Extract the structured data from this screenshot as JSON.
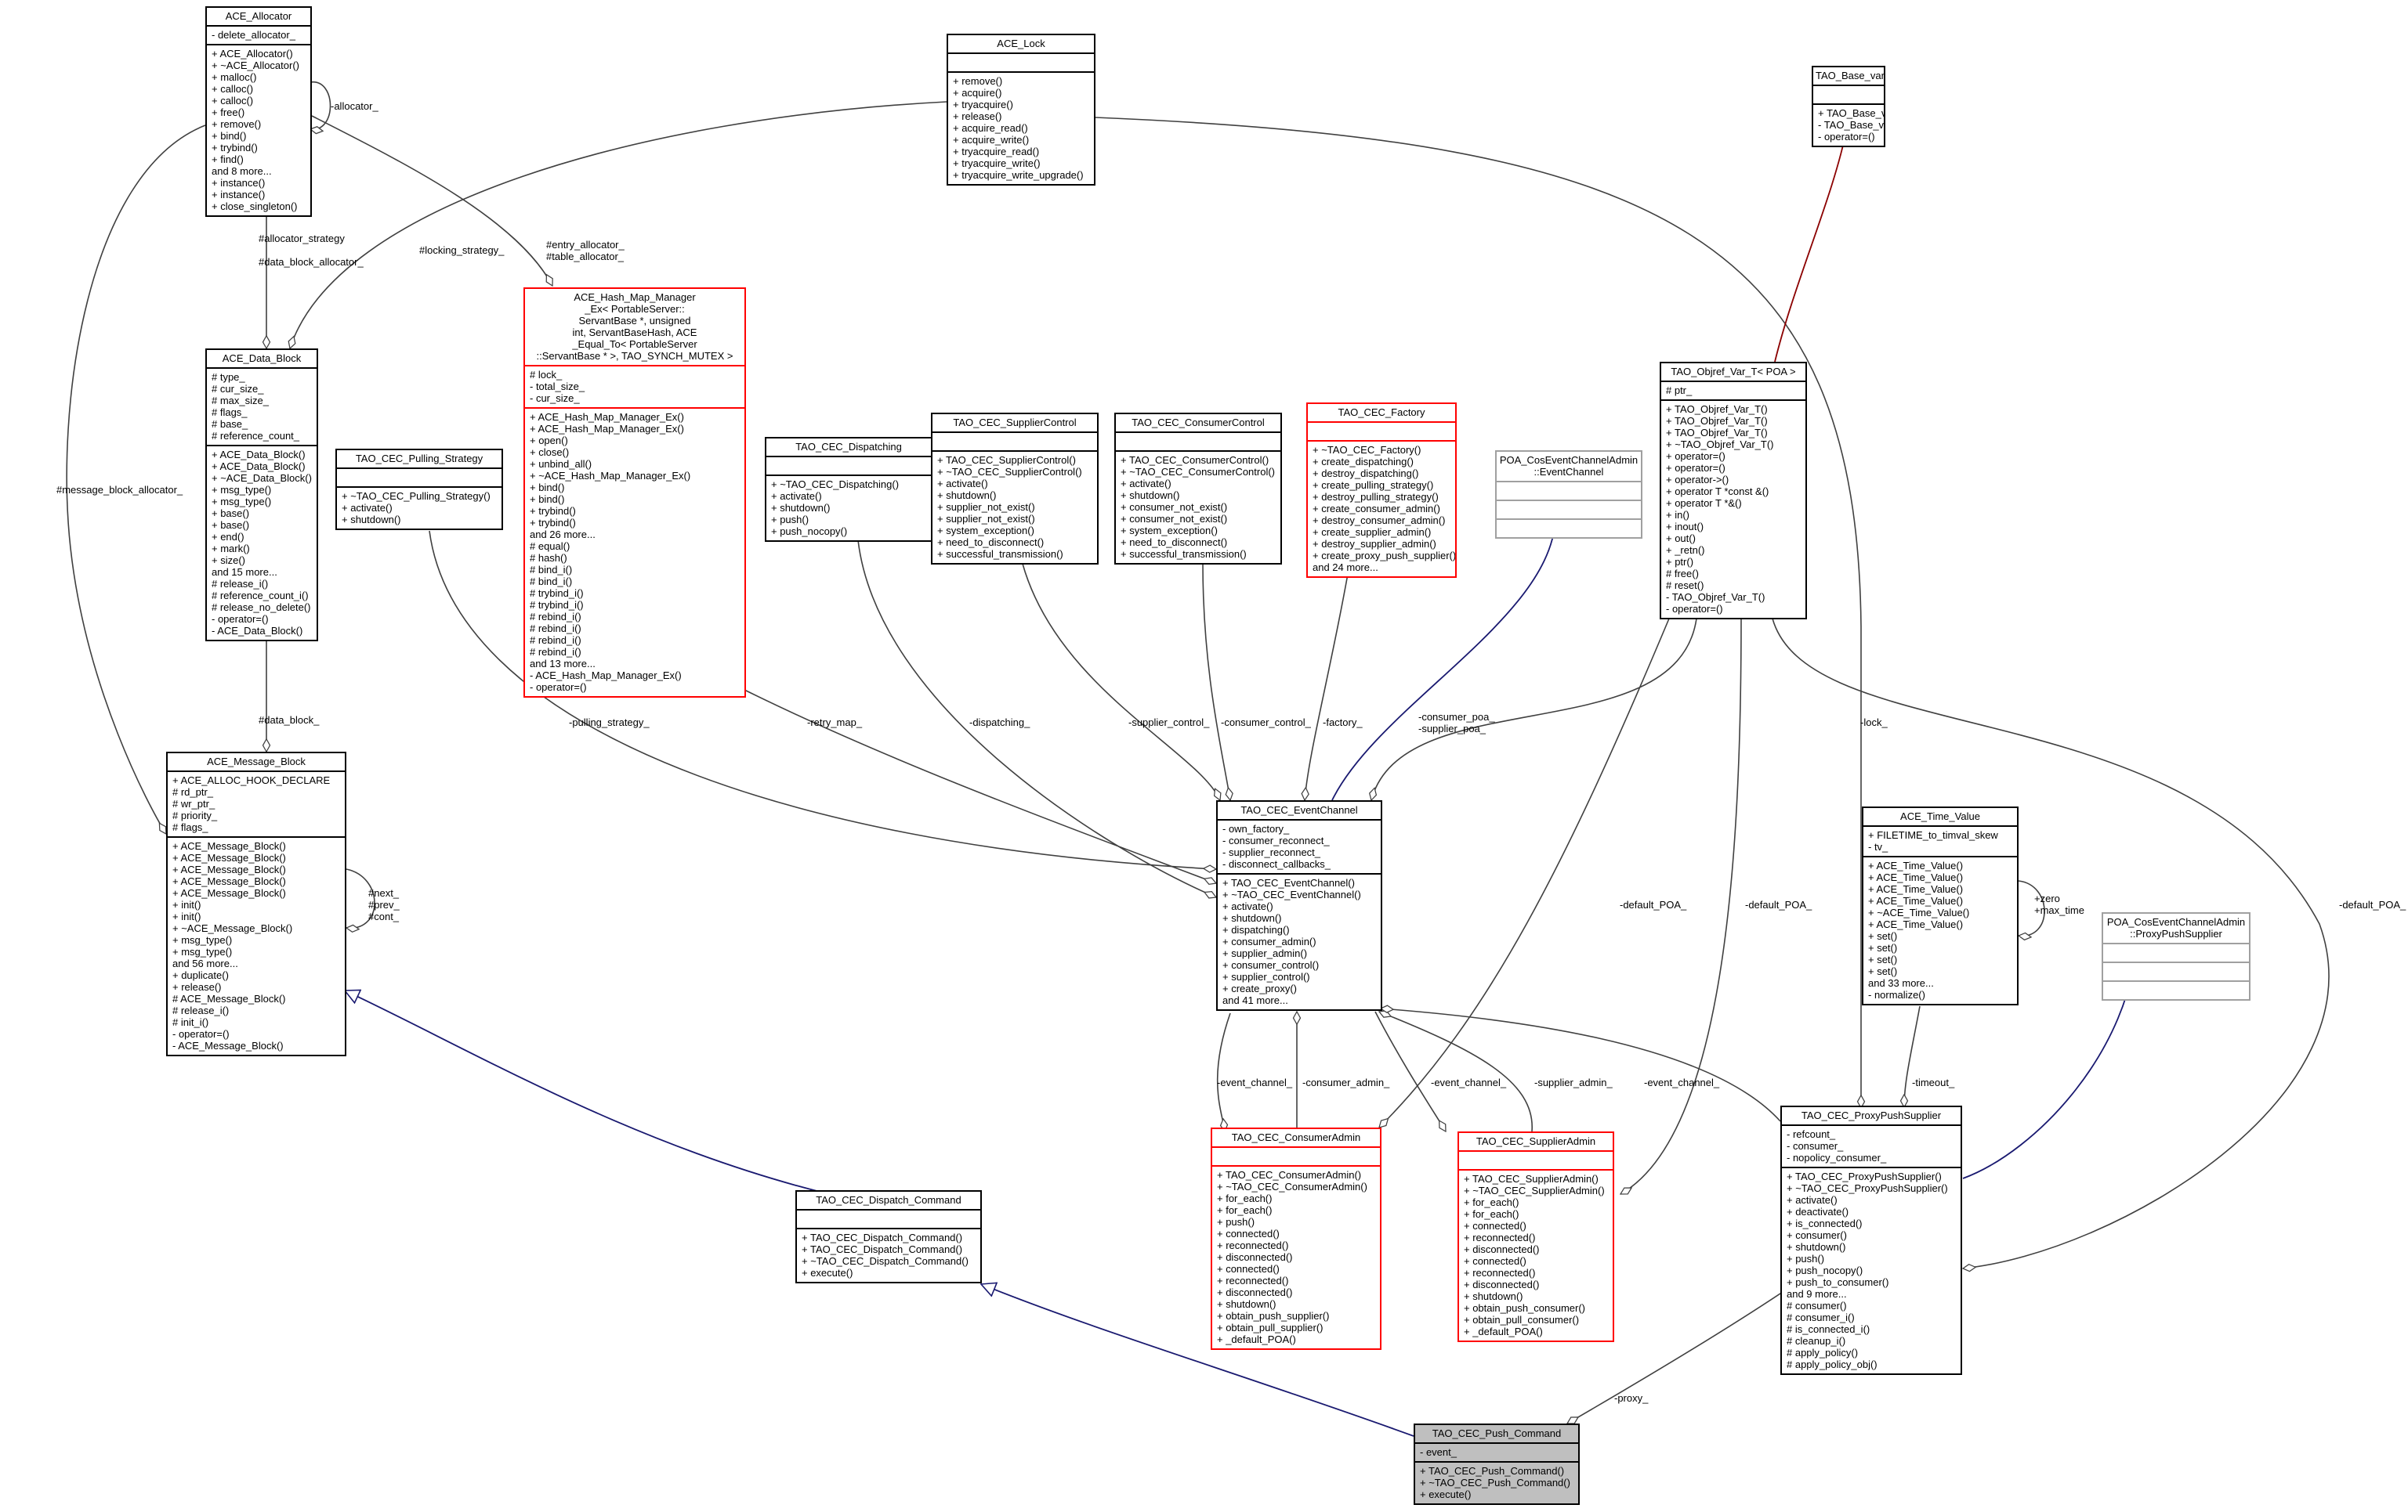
{
  "colors": {
    "border_default": "#000000",
    "border_incomplete": "#ff0000",
    "border_external": "#a0a0a0",
    "focus_fill": "#bfbfbf",
    "inherit_public": "#191970",
    "inherit_template": "#8b0000",
    "usage_edge": "#404040"
  },
  "classes": [
    {
      "id": "ace_allocator",
      "title": "ACE_Allocator",
      "border": "black",
      "attributes": [
        "- delete_allocator_"
      ],
      "methods": [
        "+ ACE_Allocator()",
        "+ ~ACE_Allocator()",
        "+ malloc()",
        "+ calloc()",
        "+ calloc()",
        "+ free()",
        "+ remove()",
        "+ bind()",
        "+ trybind()",
        "+ find()",
        "and 8 more...",
        "+ instance()",
        "+ instance()",
        "+ close_singleton()"
      ]
    },
    {
      "id": "ace_lock",
      "title": "ACE_Lock",
      "border": "black",
      "attributes": [],
      "methods": [
        "+ remove()",
        "+ acquire()",
        "+ tryacquire()",
        "+ release()",
        "+ acquire_read()",
        "+ acquire_write()",
        "+ tryacquire_read()",
        "+ tryacquire_write()",
        "+ tryacquire_write_upgrade()"
      ]
    },
    {
      "id": "tao_base_var",
      "title": "TAO_Base_var",
      "border": "black",
      "attributes": [],
      "methods": [
        "+ TAO_Base_var()",
        "- TAO_Base_var()",
        "- operator=()"
      ]
    },
    {
      "id": "ace_data_block",
      "title": "ACE_Data_Block",
      "border": "black",
      "attributes": [
        "# type_",
        "# cur_size_",
        "# max_size_",
        "# flags_",
        "# base_",
        "# reference_count_"
      ],
      "methods": [
        "+ ACE_Data_Block()",
        "+ ACE_Data_Block()",
        "+ ~ACE_Data_Block()",
        "+ msg_type()",
        "+ msg_type()",
        "+ base()",
        "+ base()",
        "+ end()",
        "+ mark()",
        "+ size()",
        "and 15 more...",
        "# release_i()",
        "# reference_count_i()",
        "# release_no_delete()",
        "- operator=()",
        "- ACE_Data_Block()"
      ]
    },
    {
      "id": "ace_hash_map",
      "title": "ACE_Hash_Map_Manager\n_Ex< PortableServer::\nServantBase *, unsigned\n int, ServantBaseHash, ACE\n_Equal_To< PortableServer\n::ServantBase * >, TAO_SYNCH_MUTEX >",
      "border": "red",
      "attributes": [
        "# lock_",
        "- total_size_",
        "- cur_size_"
      ],
      "methods": [
        "+ ACE_Hash_Map_Manager_Ex()",
        "+ ACE_Hash_Map_Manager_Ex()",
        "+ open()",
        "+ close()",
        "+ unbind_all()",
        "+ ~ACE_Hash_Map_Manager_Ex()",
        "+ bind()",
        "+ bind()",
        "+ trybind()",
        "+ trybind()",
        "and 26 more...",
        "# equal()",
        "# hash()",
        "# bind_i()",
        "# bind_i()",
        "# trybind_i()",
        "# trybind_i()",
        "# rebind_i()",
        "# rebind_i()",
        "# rebind_i()",
        "# rebind_i()",
        "and 13 more...",
        "- ACE_Hash_Map_Manager_Ex()",
        "- operator=()"
      ]
    },
    {
      "id": "tao_objref_var",
      "title": "TAO_Objref_Var_T< POA >",
      "border": "black",
      "attributes": [
        "# ptr_"
      ],
      "methods": [
        "+ TAO_Objref_Var_T()",
        "+ TAO_Objref_Var_T()",
        "+ TAO_Objref_Var_T()",
        "+ ~TAO_Objref_Var_T()",
        "+ operator=()",
        "+ operator=()",
        "+ operator->()",
        "+ operator T *const &()",
        "+ operator T *&()",
        "+ in()",
        "+ inout()",
        "+ out()",
        "+ _retn()",
        "+ ptr()",
        "# free()",
        "# reset()",
        "- TAO_Objref_Var_T()",
        "- operator=()"
      ]
    },
    {
      "id": "tao_pulling",
      "title": "TAO_CEC_Pulling_Strategy",
      "border": "black",
      "attributes": [],
      "methods": [
        "+ ~TAO_CEC_Pulling_Strategy()",
        "+ activate()",
        "+ shutdown()"
      ]
    },
    {
      "id": "tao_dispatching",
      "title": "TAO_CEC_Dispatching",
      "border": "black",
      "attributes": [],
      "methods": [
        "+ ~TAO_CEC_Dispatching()",
        "+ activate()",
        "+ shutdown()",
        "+ push()",
        "+ push_nocopy()"
      ]
    },
    {
      "id": "tao_supplier_control",
      "title": "TAO_CEC_SupplierControl",
      "border": "black",
      "attributes": [],
      "methods": [
        "+ TAO_CEC_SupplierControl()",
        "+ ~TAO_CEC_SupplierControl()",
        "+ activate()",
        "+ shutdown()",
        "+ supplier_not_exist()",
        "+ supplier_not_exist()",
        "+ system_exception()",
        "+ need_to_disconnect()",
        "+ successful_transmission()"
      ]
    },
    {
      "id": "tao_consumer_control",
      "title": "TAO_CEC_ConsumerControl",
      "border": "black",
      "attributes": [],
      "methods": [
        "+ TAO_CEC_ConsumerControl()",
        "+ ~TAO_CEC_ConsumerControl()",
        "+ activate()",
        "+ shutdown()",
        "+ consumer_not_exist()",
        "+ consumer_not_exist()",
        "+ system_exception()",
        "+ need_to_disconnect()",
        "+ successful_transmission()"
      ]
    },
    {
      "id": "tao_factory",
      "title": "TAO_CEC_Factory",
      "border": "red",
      "attributes": [],
      "methods": [
        "+ ~TAO_CEC_Factory()",
        "+ create_dispatching()",
        "+ destroy_dispatching()",
        "+ create_pulling_strategy()",
        "+ destroy_pulling_strategy()",
        "+ create_consumer_admin()",
        "+ destroy_consumer_admin()",
        "+ create_supplier_admin()",
        "+ destroy_supplier_admin()",
        "+ create_proxy_push_supplier()",
        "and 24 more..."
      ]
    },
    {
      "id": "poa_event_channel",
      "title": "POA_CosEventChannelAdmin\n::EventChannel",
      "border": "gray",
      "attributes": [],
      "methods": []
    },
    {
      "id": "ace_message_block",
      "title": "ACE_Message_Block",
      "border": "black",
      "attributes": [
        "+ ACE_ALLOC_HOOK_DECLARE",
        "# rd_ptr_",
        "# wr_ptr_",
        "# priority_",
        "# flags_"
      ],
      "methods": [
        "+ ACE_Message_Block()",
        "+ ACE_Message_Block()",
        "+ ACE_Message_Block()",
        "+ ACE_Message_Block()",
        "+ ACE_Message_Block()",
        "+ init()",
        "+ init()",
        "+ ~ACE_Message_Block()",
        "+ msg_type()",
        "+ msg_type()",
        "and 56 more...",
        "+ duplicate()",
        "+ release()",
        "# ACE_Message_Block()",
        "# release_i()",
        "# init_i()",
        "- operator=()",
        "- ACE_Message_Block()"
      ]
    },
    {
      "id": "tao_event_channel",
      "title": "TAO_CEC_EventChannel",
      "border": "black",
      "attributes": [
        "- own_factory_",
        "- consumer_reconnect_",
        "- supplier_reconnect_",
        "- disconnect_callbacks_"
      ],
      "methods": [
        "+ TAO_CEC_EventChannel()",
        "+ ~TAO_CEC_EventChannel()",
        "+ activate()",
        "+ shutdown()",
        "+ dispatching()",
        "+ consumer_admin()",
        "+ supplier_admin()",
        "+ consumer_control()",
        "+ supplier_control()",
        "+ create_proxy()",
        "and 41 more..."
      ]
    },
    {
      "id": "ace_time_value",
      "title": "ACE_Time_Value",
      "border": "black",
      "attributes": [
        "+ FILETIME_to_timval_skew",
        "- tv_"
      ],
      "methods": [
        "+ ACE_Time_Value()",
        "+ ACE_Time_Value()",
        "+ ACE_Time_Value()",
        "+ ACE_Time_Value()",
        "+ ~ACE_Time_Value()",
        "+ ACE_Time_Value()",
        "+ set()",
        "+ set()",
        "+ set()",
        "+ set()",
        "and 33 more...",
        "- normalize()"
      ]
    },
    {
      "id": "poa_proxy_push_supplier",
      "title": "POA_CosEventChannelAdmin\n::ProxyPushSupplier",
      "border": "gray",
      "attributes": [],
      "methods": []
    },
    {
      "id": "tao_consumer_admin",
      "title": "TAO_CEC_ConsumerAdmin",
      "border": "red",
      "attributes": [],
      "methods": [
        "+ TAO_CEC_ConsumerAdmin()",
        "+ ~TAO_CEC_ConsumerAdmin()",
        "+ for_each()",
        "+ for_each()",
        "+ push()",
        "+ connected()",
        "+ reconnected()",
        "+ disconnected()",
        "+ connected()",
        "+ reconnected()",
        "+ disconnected()",
        "+ shutdown()",
        "+ obtain_push_supplier()",
        "+ obtain_pull_supplier()",
        "+ _default_POA()"
      ]
    },
    {
      "id": "tao_supplier_admin",
      "title": "TAO_CEC_SupplierAdmin",
      "border": "red",
      "attributes": [],
      "methods": [
        "+ TAO_CEC_SupplierAdmin()",
        "+ ~TAO_CEC_SupplierAdmin()",
        "+ for_each()",
        "+ for_each()",
        "+ connected()",
        "+ reconnected()",
        "+ disconnected()",
        "+ connected()",
        "+ reconnected()",
        "+ disconnected()",
        "+ shutdown()",
        "+ obtain_push_consumer()",
        "+ obtain_pull_consumer()",
        "+ _default_POA()"
      ]
    },
    {
      "id": "tao_proxy_push_supplier",
      "title": "TAO_CEC_ProxyPushSupplier",
      "border": "black",
      "attributes": [
        "- refcount_",
        "- consumer_",
        "- nopolicy_consumer_"
      ],
      "methods": [
        "+ TAO_CEC_ProxyPushSupplier()",
        "+ ~TAO_CEC_ProxyPushSupplier()",
        "+ activate()",
        "+ deactivate()",
        "+ is_connected()",
        "+ consumer()",
        "+ shutdown()",
        "+ push()",
        "+ push_nocopy()",
        "+ push_to_consumer()",
        "and 9 more...",
        "# consumer()",
        "# consumer_i()",
        "# is_connected_i()",
        "# cleanup_i()",
        "# apply_policy()",
        "# apply_policy_obj()"
      ]
    },
    {
      "id": "tao_dispatch_command",
      "title": "TAO_CEC_Dispatch_Command",
      "border": "black",
      "attributes": [],
      "methods": [
        "+ TAO_CEC_Dispatch_Command()",
        "+ TAO_CEC_Dispatch_Command()",
        "+ ~TAO_CEC_Dispatch_Command()",
        "+ execute()"
      ]
    },
    {
      "id": "tao_push_command",
      "title": "TAO_CEC_Push_Command",
      "border": "black",
      "focus": true,
      "attributes": [
        "- event_"
      ],
      "methods": [
        "+ TAO_CEC_Push_Command()",
        "+ ~TAO_CEC_Push_Command()",
        "+ execute()"
      ]
    }
  ],
  "edge_labels": [
    {
      "id": "allocator_self",
      "text": "-allocator_"
    },
    {
      "id": "allocator_strategy",
      "text": "#allocator_strategy"
    },
    {
      "id": "data_block_allocator",
      "text": "#data_block_allocator_"
    },
    {
      "id": "locking_strategy",
      "text": "#locking_strategy_"
    },
    {
      "id": "entry_allocator",
      "text": "#entry_allocator_\n#table_allocator_"
    },
    {
      "id": "message_block_allocator",
      "text": "#message_block_allocator_"
    },
    {
      "id": "data_block",
      "text": "#data_block_"
    },
    {
      "id": "next_prev_cont",
      "text": "#next_\n#prev_\n#cont_"
    },
    {
      "id": "pulling_strategy",
      "text": "-pulling_strategy_"
    },
    {
      "id": "retry_map",
      "text": "-retry_map_"
    },
    {
      "id": "dispatching",
      "text": "-dispatching_"
    },
    {
      "id": "supplier_control",
      "text": "-supplier_control_"
    },
    {
      "id": "consumer_control",
      "text": "-consumer_control_"
    },
    {
      "id": "factory",
      "text": "-factory_"
    },
    {
      "id": "consumer_supplier_poa",
      "text": "-consumer_poa_\n-supplier_poa_"
    },
    {
      "id": "lock",
      "text": "-lock_"
    },
    {
      "id": "default_poa_1",
      "text": "-default_POA_"
    },
    {
      "id": "default_poa_2",
      "text": "-default_POA_"
    },
    {
      "id": "default_poa_3",
      "text": "-default_POA_"
    },
    {
      "id": "zero_max_time",
      "text": "+zero\n+max_time"
    },
    {
      "id": "event_channel_1",
      "text": "-event_channel_"
    },
    {
      "id": "consumer_admin",
      "text": "-consumer_admin_"
    },
    {
      "id": "event_channel_2",
      "text": "-event_channel_"
    },
    {
      "id": "supplier_admin",
      "text": "-supplier_admin_"
    },
    {
      "id": "event_channel_3",
      "text": "-event_channel_"
    },
    {
      "id": "timeout",
      "text": "-timeout_"
    },
    {
      "id": "proxy",
      "text": "-proxy_"
    }
  ]
}
